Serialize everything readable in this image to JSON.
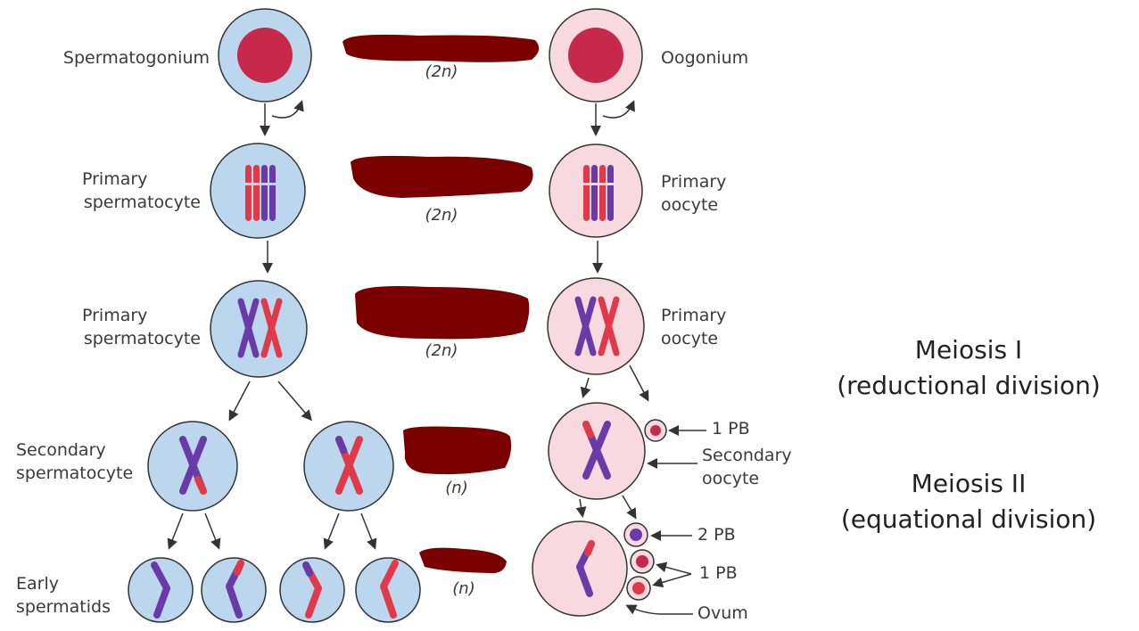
{
  "male_stages": {
    "spermatogonium": "Spermatogonium",
    "primary1": [
      "Primary",
      "spermatocyte"
    ],
    "primary2": [
      "Primary",
      "spermatocyte"
    ],
    "secondary": [
      "Secondary",
      "spermatocyte"
    ],
    "spermatids": [
      "Early",
      "spermatids"
    ]
  },
  "female_stages": {
    "oogonium": "Oogonium",
    "primary1": [
      "Primary",
      "oocyte"
    ],
    "primary2": [
      "Primary",
      "oocyte"
    ],
    "secondary": [
      "Secondary",
      "oocyte"
    ],
    "pb1": "1 PB",
    "pb2": "2 PB",
    "pb1b": "1 PB",
    "ovum": "Ovum"
  },
  "ploidy": [
    "(2n)",
    "(2n)",
    "(2n)",
    "(n)",
    "(n)"
  ],
  "phases": {
    "meiosis1": [
      "Meiosis I",
      "(reductional division)"
    ],
    "meiosis2": [
      "Meiosis II",
      "(equational division)"
    ]
  },
  "colors": {
    "male_cell": "#bcd6ee",
    "female_cell": "#f8d9e0",
    "nucleus": "#c8294a",
    "chrom_red": "#e03a4a",
    "chrom_purple": "#6a3aa8",
    "redaction": "#7a0000"
  }
}
